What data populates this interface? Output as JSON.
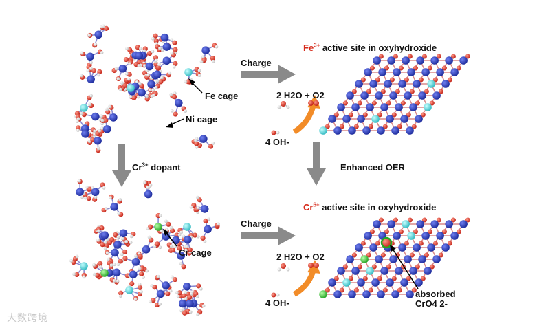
{
  "labels": {
    "fe_cage": "Fe cage",
    "ni_cage": "Ni cage",
    "cr_cage": "Cr cage",
    "charge_top": "Charge",
    "charge_bottom": "Charge",
    "fe_title_sup": "Fe",
    "fe_title_charge": "3+",
    "fe_title_rest": " active site in oxyhydroxide",
    "cr_title_sup": "Cr",
    "cr_title_charge": "6+",
    "cr_title_rest": " active site in oxyhydroxide",
    "cr_dopant_base": "Cr",
    "cr_dopant_charge": "3+",
    "cr_dopant_rest": " dopant",
    "enhanced_oer": "Enhanced OER",
    "products_top": "2 H2O + O2",
    "products_bottom": "2 H2O + O2",
    "reactant_top": "4 OH-",
    "reactant_bottom": "4 OH-",
    "absorbed_line1": "absorbed",
    "absorbed_line2": "CrO4 2-",
    "watermark": "大数跨境"
  },
  "colors": {
    "ni": "#2436b8",
    "fe": "#4fd6d6",
    "cr": "#3ccf3c",
    "oxygen": "#d9342a",
    "hydrogen": "#f2f2f2",
    "arrow_gray": "#8a8a8a",
    "arrow_orange": "#f28c28",
    "title_red": "#d62a1a"
  }
}
